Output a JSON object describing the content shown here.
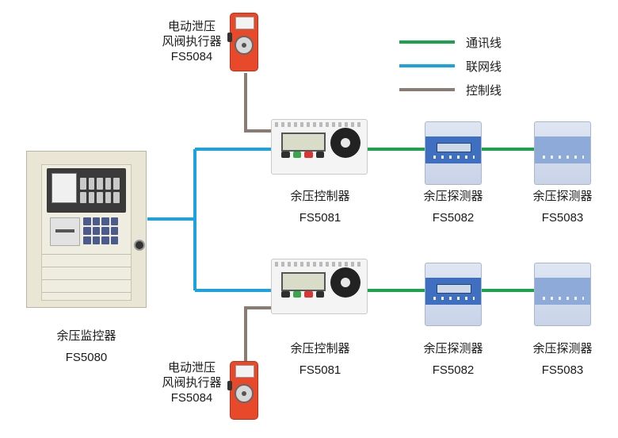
{
  "legend": [
    {
      "label": "通讯线",
      "color": "#1aa34a"
    },
    {
      "label": "联网线",
      "color": "#1aa3e0"
    },
    {
      "label": "控制线",
      "color": "#8c7b72"
    }
  ],
  "monitor": {
    "name": "余压监控器",
    "model": "FS5080"
  },
  "top": {
    "actuator": {
      "name_line1": "电动泄压",
      "name_line2": "风阀执行器",
      "model": "FS5084"
    },
    "controller": {
      "name": "余压控制器",
      "model": "FS5081"
    },
    "detector1": {
      "name": "余压探测器",
      "model": "FS5082"
    },
    "detector2": {
      "name": "余压探测器",
      "model": "FS5083"
    }
  },
  "bottom": {
    "actuator": {
      "name_line1": "电动泄压",
      "name_line2": "风阀执行器",
      "model": "FS5084"
    },
    "controller": {
      "name": "余压控制器",
      "model": "FS5081"
    },
    "detector1": {
      "name": "余压探测器",
      "model": "FS5082"
    },
    "detector2": {
      "name": "余压探测器",
      "model": "FS5083"
    }
  },
  "colors": {
    "comm": "#1aa34a",
    "network": "#1aa3e0",
    "control": "#8c7b72"
  }
}
